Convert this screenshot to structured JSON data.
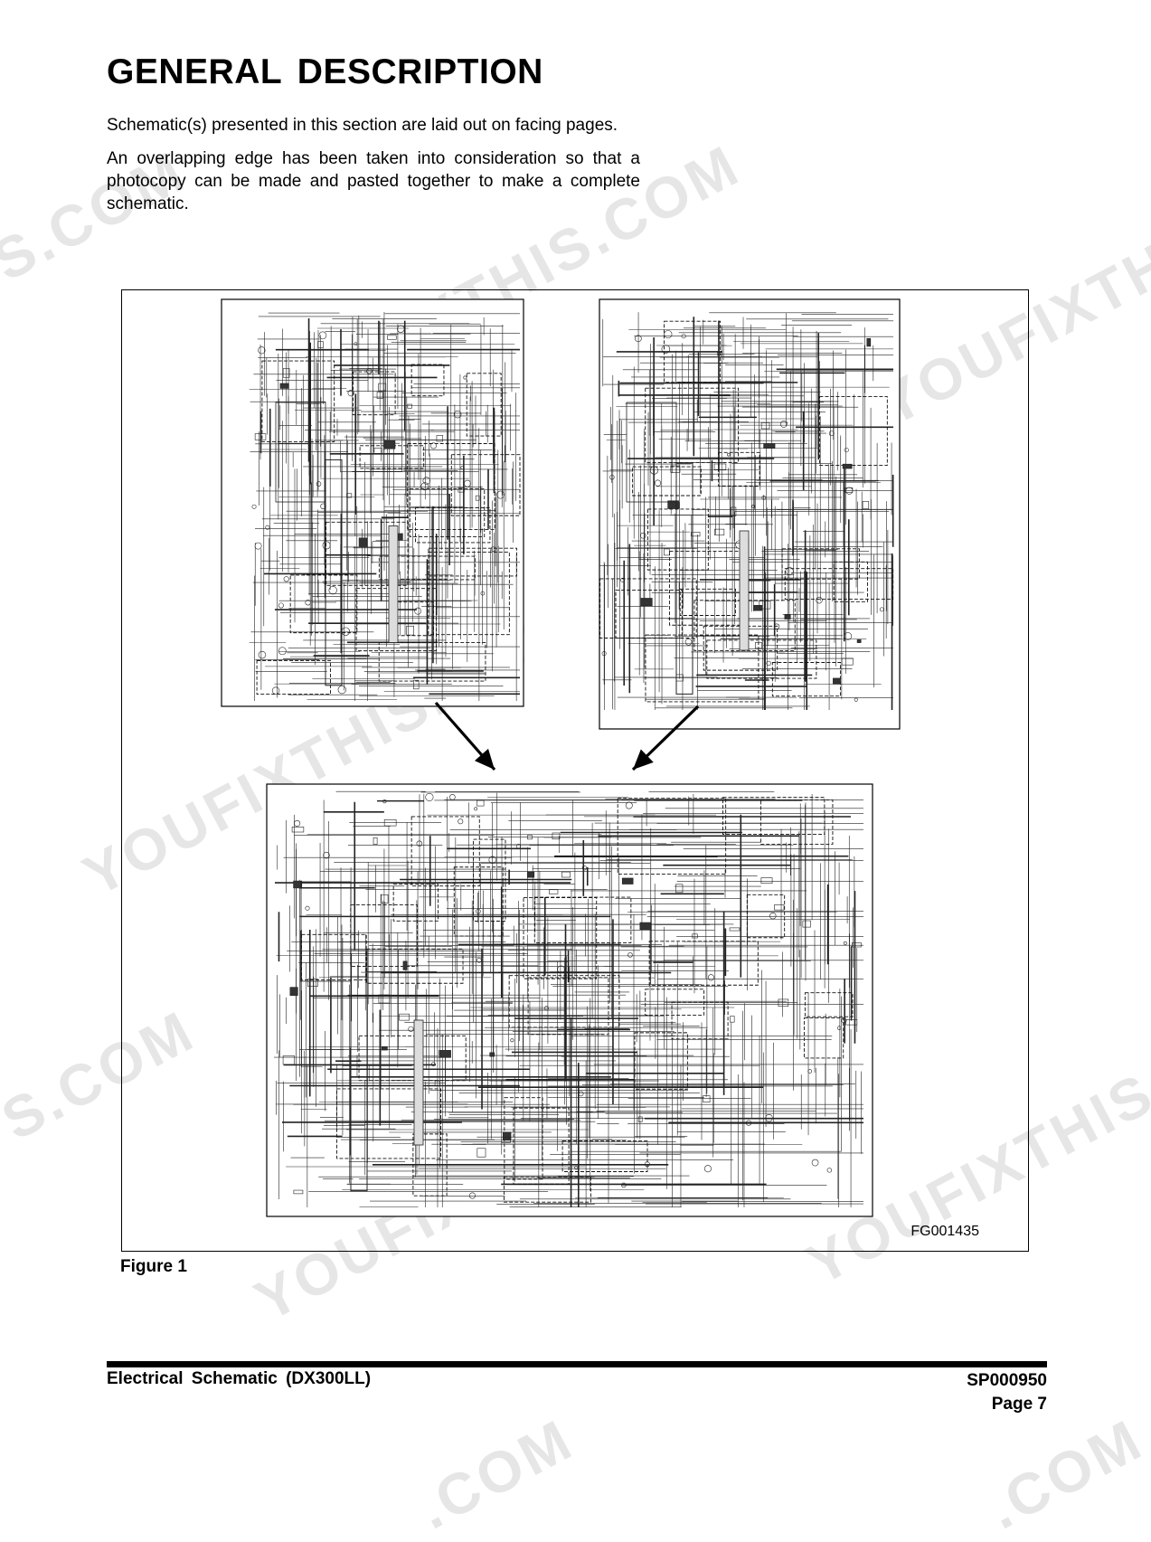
{
  "page": {
    "heading": "GENERAL  DESCRIPTION",
    "paragraphs": [
      "Schematic(s)  presented  in  this  section  are  laid  out  on  facing pages.",
      "An overlapping edge has been taken into consideration so that a photocopy  can  be  made  and  pasted  together  to  make  a complete  schematic."
    ]
  },
  "figure": {
    "id": "FG001435",
    "caption": "Figure  1"
  },
  "footer": {
    "title": "Electrical  Schematic  (DX300LL)",
    "doc_number": "SP000950",
    "page": "Page  7"
  },
  "watermark": {
    "text": "YOUFIXTHIS.COM",
    "fragments": [
      "S.COM",
      "YOUFIXTHIS.COM",
      "YOUFIXTHIS",
      "YOUFIXTHIS.COM",
      "S.COM",
      "YOUFIXTHIS",
      "YOUFIXTHIS",
      ".COM",
      ".COM"
    ],
    "color": "#e6e6e6"
  },
  "colors": {
    "ink": "#000000",
    "paper": "#ffffff"
  }
}
